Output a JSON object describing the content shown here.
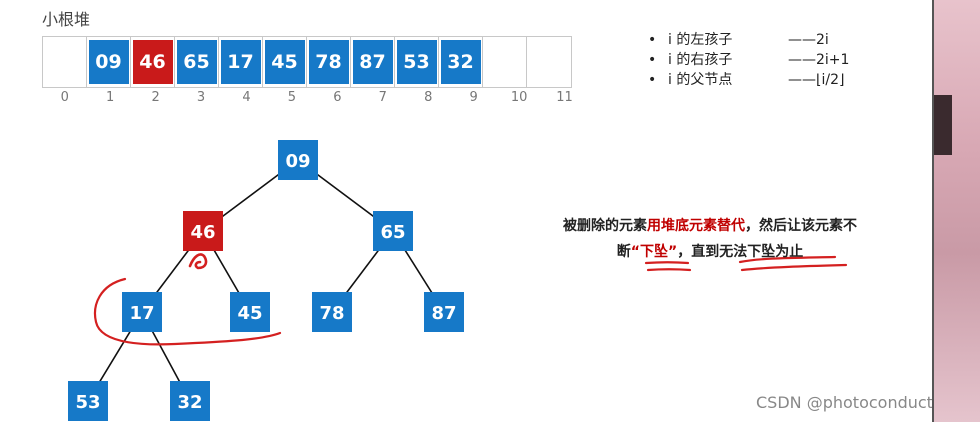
{
  "title": "小根堆",
  "array": {
    "indices": [
      "0",
      "1",
      "2",
      "3",
      "4",
      "5",
      "6",
      "7",
      "8",
      "9",
      "10",
      "11"
    ],
    "cells": [
      "",
      "09",
      "46",
      "65",
      "17",
      "45",
      "78",
      "87",
      "53",
      "32",
      "",
      ""
    ],
    "highlight_index": 2
  },
  "rules": [
    {
      "bullet": "•",
      "label": "i 的左孩子",
      "value": "——2i"
    },
    {
      "bullet": "•",
      "label": "i 的右孩子",
      "value": "——2i+1"
    },
    {
      "bullet": "•",
      "label": "i 的父节点",
      "value": "——⌊i/2⌋"
    }
  ],
  "tree": {
    "nodes": [
      {
        "label": "09",
        "color": "blue"
      },
      {
        "label": "46",
        "color": "red"
      },
      {
        "label": "65",
        "color": "blue"
      },
      {
        "label": "17",
        "color": "blue"
      },
      {
        "label": "45",
        "color": "blue"
      },
      {
        "label": "78",
        "color": "blue"
      },
      {
        "label": "87",
        "color": "blue"
      },
      {
        "label": "53",
        "color": "blue"
      },
      {
        "label": "32",
        "color": "blue"
      }
    ],
    "edges": [
      [
        0,
        1
      ],
      [
        0,
        2
      ],
      [
        1,
        3
      ],
      [
        1,
        4
      ],
      [
        2,
        5
      ],
      [
        2,
        6
      ],
      [
        3,
        7
      ],
      [
        3,
        8
      ]
    ]
  },
  "description": {
    "p1": "被删除的元素",
    "p2": "用堆底元素替代",
    "p3": "，然后让该元素不断",
    "p4": "“下坠”",
    "p5": "，直到无法下坠为止"
  },
  "colors": {
    "blue": "#1679c8",
    "red": "#c91a1a",
    "ink": "#d42020"
  },
  "watermark": "CSDN @photoconductor"
}
